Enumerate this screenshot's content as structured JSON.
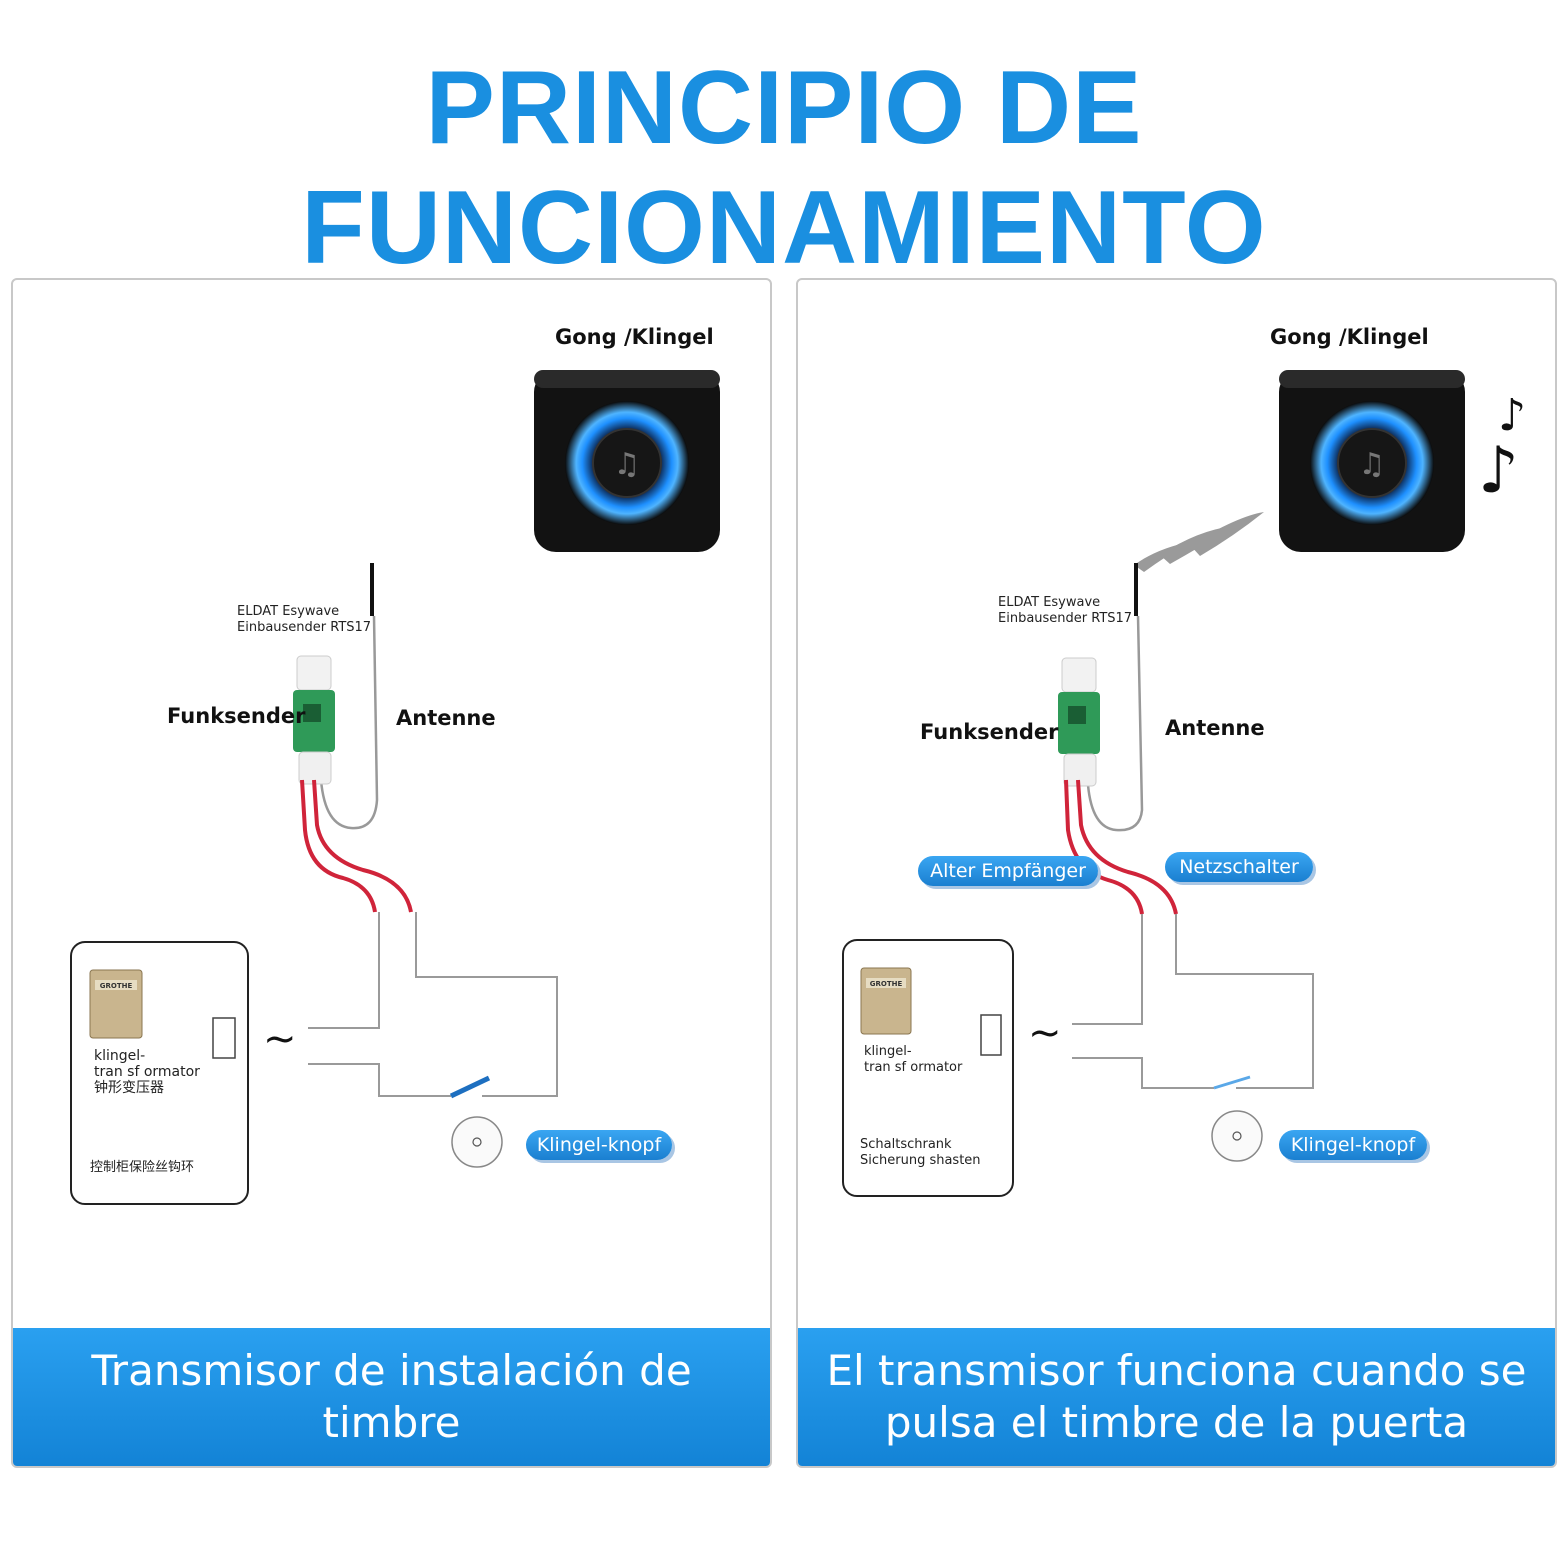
{
  "title": "PRINCIPIO DE FUNCIONAMIENTO",
  "left_panel": {
    "gong_label": "Gong /Klingel",
    "module_label": "ELDAT Esywave\nEinbausender RTS17",
    "funksender": "Funksender",
    "antenne": "Antenne",
    "transformer_label": "klingel-\ntran sf ormator\n钟形变压器",
    "cabinet_label": "控制柜保险丝钩环",
    "button_label": "Klingel-knopf",
    "caption": "Transmisor de instalación de timbre",
    "ac_symbol": "~"
  },
  "right_panel": {
    "gong_label": "Gong /Klingel",
    "module_label": "ELDAT Esywave\nEinbausender RTS17",
    "funksender": "Funksender",
    "antenne": "Antenne",
    "old_receiver": "Alter Empfänger",
    "power_switch": "Netzschalter",
    "transformer_label": "klingel-\ntran sf ormator",
    "cabinet_label": "Schaltschrank\nSicherung shasten",
    "button_label": "Klingel-knopf",
    "caption": "El transmisor funciona cuando se pulsa el timbre de la puerta",
    "ac_symbol": "~"
  },
  "transformer_brand": "GROTHE",
  "colors": {
    "title": "#1a8fe0",
    "caption_bar": "#1a8fe0",
    "pill": "#2b96e8",
    "wire_red": "#d0243a",
    "chime_glow": "#1e90ff"
  }
}
